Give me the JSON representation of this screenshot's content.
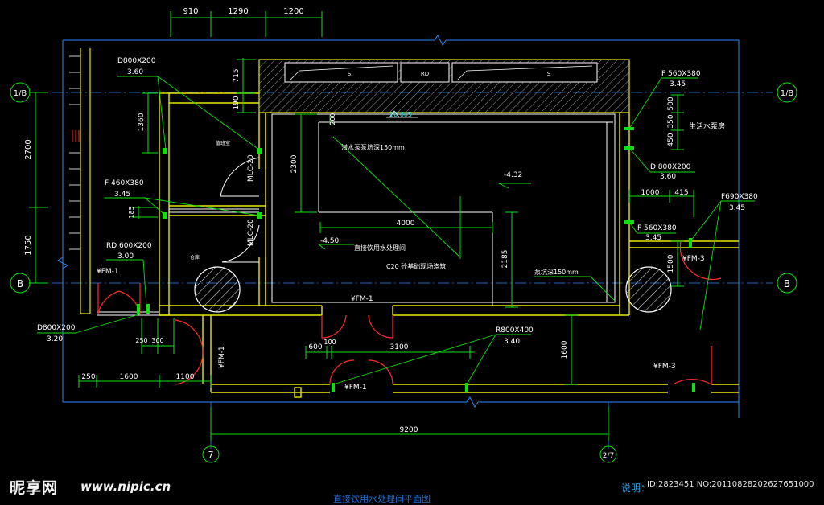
{
  "colors": {
    "wall": "#e8e800",
    "dim": "#10e010",
    "leader": "#10e010",
    "door": "#ff2a2a",
    "text": "#ffffff",
    "grid": "#2a8cff",
    "hatch": "#c8c8c8",
    "cyan": "#38e0e0"
  },
  "top_dims": [
    "910",
    "1290",
    "1200"
  ],
  "left_dims": [
    "2700",
    "1750"
  ],
  "inner_dims": {
    "d715": "715",
    "d190": "190",
    "d1360": "1360",
    "d185": "185",
    "d2300": "2300",
    "d200": "200",
    "d4000": "4000",
    "d2185": "2185",
    "d500": "500",
    "d350": "350",
    "d450": "450",
    "d1000": "1000",
    "d415": "415",
    "d1500": "1500",
    "d1600v": "1600",
    "d600": "600",
    "d100": "100",
    "d3100": "3100",
    "d250a": "250",
    "d300": "300",
    "d250b": "250",
    "d1600h": "1600",
    "d1100": "1100",
    "d9200": "9200"
  },
  "axes": {
    "top_left": "1/B",
    "top_right": "1/B",
    "mid_left": "B",
    "mid_right": "B",
    "bottom_left": "7",
    "bottom_right": "2/7"
  },
  "labels": {
    "d800_200_a": "D800X200",
    "d800_200_a_el": "3.60",
    "f460": "F 460X380",
    "f460_el": "3.45",
    "rd600": "RD 600X200",
    "rd600_el": "3.00",
    "d800_200_b": "D800X200",
    "d800_200_b_el": "3.20",
    "f560_a": "F 560X380",
    "f560_a_el": "3.45",
    "d800_200_c": "D 800X200",
    "d800_200_c_el": "3.60",
    "f560_b": "F 560X380",
    "f560_b_el": "3.45",
    "f690": "F690X380",
    "f690_el": "3.45",
    "r800": "R800X400",
    "r800_el": "3.40",
    "room_water": "生活水泵房",
    "level_1": "10.605",
    "level_2": "-4.32",
    "level_3": "-4.50",
    "pit_1": "潜水泵泵坑深150mm",
    "pit_2": "泵坑深150mm",
    "process": "直接饮用水处理间",
    "slab": "C20 砼基础现场浇筑",
    "room_a": "值班室",
    "room_b": "仓库",
    "mlc_1": "MLC-20",
    "mlc_2": "MLC-20",
    "fm_1": "¥FM-1",
    "fm_2": "¥FM-1",
    "fm_3": "¥FM-1",
    "fm_4": "¥FM-1",
    "fm_5": "¥FM-3",
    "fm_6": "¥FM-3",
    "pump_s1": "S",
    "pump_rd": "RD",
    "pump_s2": "S"
  },
  "watermark": {
    "logo": "昵享网",
    "url": "www.nipic.cn",
    "id": "ID:2823451 NO:20110828202627651000"
  },
  "note": "说明：",
  "caption": "直接饮用水处理间平面图"
}
